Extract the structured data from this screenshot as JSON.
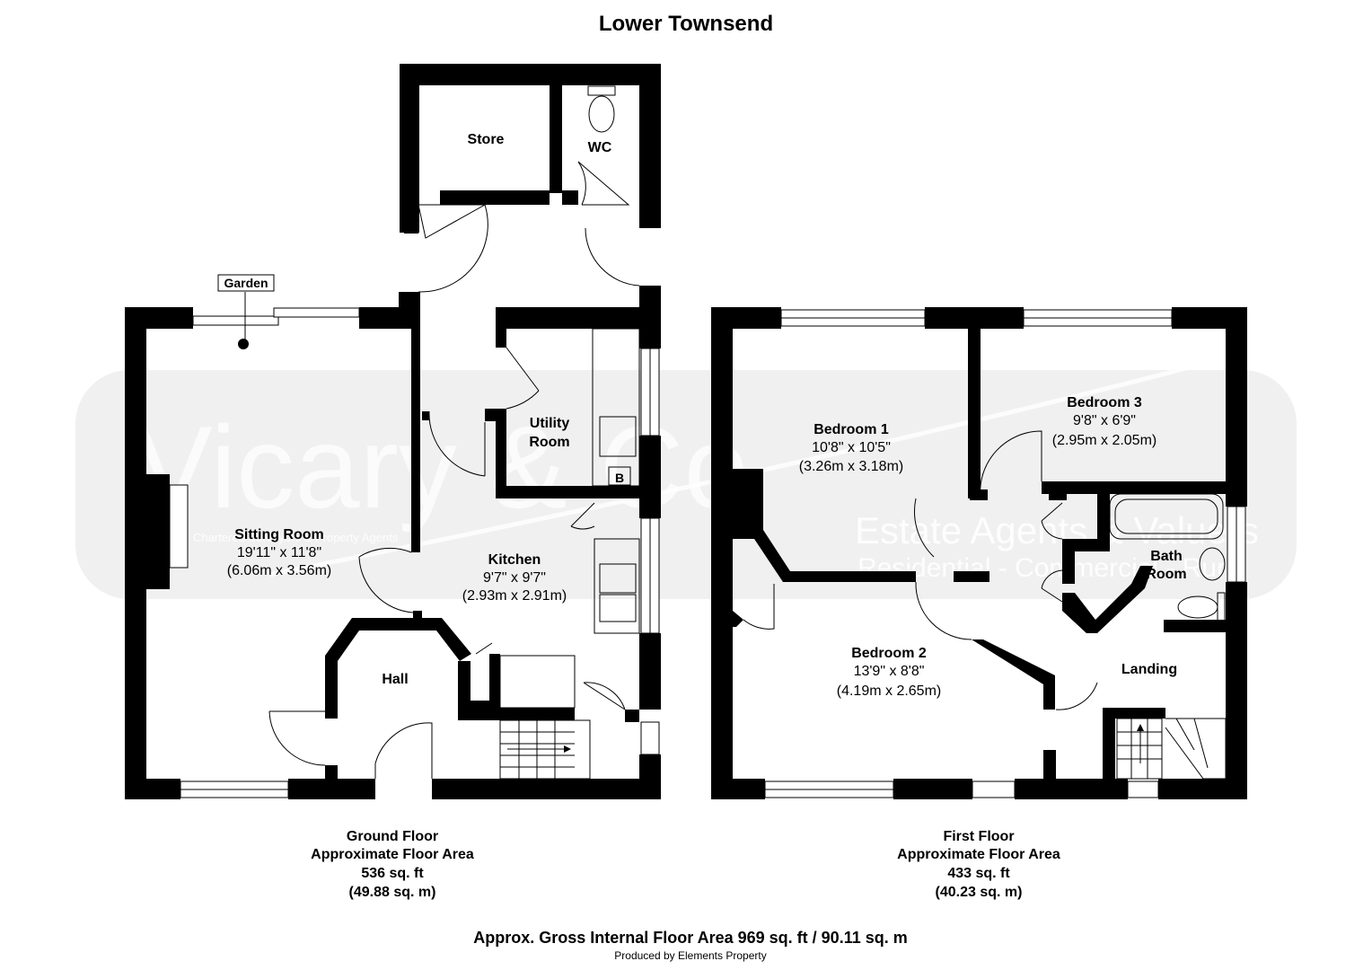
{
  "title": "Lower Townsend",
  "watermark": {
    "brand": "Vicary & Co",
    "tagline": "Estate Agents & Valuers",
    "sectors": "Residential - Commercial - Rural",
    "small": "Chartered Surveyors & Property Agents"
  },
  "ground_floor": {
    "label_garden": "Garden",
    "rooms": {
      "store": "Store",
      "wc": "WC",
      "utility_1": "Utility",
      "utility_2": "Room",
      "boiler": "B",
      "sitting": {
        "name": "Sitting Room",
        "imperial": "19'11\" x 11'8\"",
        "metric": "(6.06m x 3.56m)"
      },
      "kitchen": {
        "name": "Kitchen",
        "imperial": "9'7\" x 9'7\"",
        "metric": "(2.93m x 2.91m)"
      },
      "hall": "Hall"
    },
    "summary": {
      "line1": "Ground Floor",
      "line2": "Approximate Floor Area",
      "line3": "536 sq. ft",
      "line4": "(49.88 sq. m)"
    }
  },
  "first_floor": {
    "rooms": {
      "bedroom1": {
        "name": "Bedroom 1",
        "imperial": "10'8\" x 10'5\"",
        "metric": "(3.26m x 3.18m)"
      },
      "bedroom3": {
        "name": "Bedroom 3",
        "imperial": "9'8\" x 6'9\"",
        "metric": "(2.95m x 2.05m)"
      },
      "bedroom2": {
        "name": "Bedroom 2",
        "imperial": "13'9\" x 8'8\"",
        "metric": "(4.19m x 2.65m)"
      },
      "bath_1": "Bath",
      "bath_2": "Room",
      "landing": "Landing"
    },
    "summary": {
      "line1": "First Floor",
      "line2": "Approximate Floor Area",
      "line3": "433 sq. ft",
      "line4": "(40.23 sq. m)"
    }
  },
  "footer": {
    "gross": "Approx. Gross Internal Floor Area 969 sq. ft / 90.11 sq. m",
    "produced": "Produced by Elements Property"
  }
}
